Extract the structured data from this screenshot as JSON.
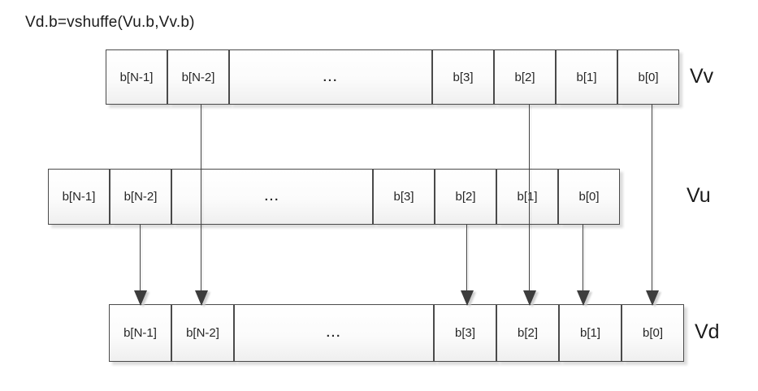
{
  "title": "Vd.b=vshuffe(Vu.b,Vv.b)",
  "rows": [
    {
      "id": "vv",
      "label": "Vv",
      "cells": [
        "b[N-1]",
        "b[N-2]",
        "...",
        "b[3]",
        "b[2]",
        "b[1]",
        "b[0]"
      ]
    },
    {
      "id": "vu",
      "label": "Vu",
      "cells": [
        "b[N-1]",
        "b[N-2]",
        "...",
        "b[3]",
        "b[2]",
        "b[1]",
        "b[0]"
      ]
    },
    {
      "id": "vd",
      "label": "Vd",
      "cells": [
        "b[N-1]",
        "b[N-2]",
        "...",
        "b[3]",
        "b[2]",
        "b[1]",
        "b[0]"
      ]
    }
  ],
  "arrows": [
    {
      "from": "Vv.b[N-2]",
      "to": "Vd.b[N-2]"
    },
    {
      "from": "Vv.b[2]",
      "to": "Vd.b[2]"
    },
    {
      "from": "Vv.b[0]",
      "to": "Vd.b[0]"
    },
    {
      "from": "Vu.b[N-2]",
      "to": "Vd.b[N-1]"
    },
    {
      "from": "Vu.b[2]",
      "to": "Vd.b[3]"
    },
    {
      "from": "Vu.b[0]",
      "to": "Vd.b[1]"
    }
  ],
  "colors": {
    "background": "#ffffff",
    "cell_border": "#4a4a4a",
    "cell_fill_top": "#ffffff",
    "cell_fill_bottom": "#efefef",
    "shadow": "#dcdcdc",
    "arrow": "#3d3d3d",
    "text": "#1f1f1f"
  }
}
